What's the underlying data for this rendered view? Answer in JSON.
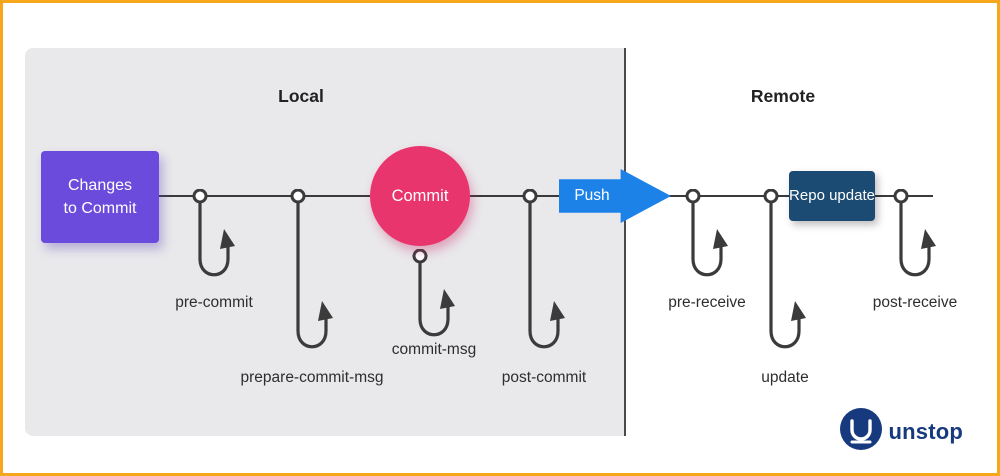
{
  "sections": {
    "local_title": "Local",
    "remote_title": "Remote"
  },
  "nodes": {
    "changes_label": "Changes to Commit",
    "commit_label": "Commit",
    "push_label": "Push",
    "repo_update_label": "Repo update"
  },
  "hooks": {
    "pre_commit": "pre-commit",
    "prepare_commit_msg": "prepare-commit-msg",
    "commit_msg": "commit-msg",
    "post_commit": "post-commit",
    "pre_receive": "pre-receive",
    "update": "update",
    "post_receive": "post-receive"
  },
  "icons": {
    "hook": "git-hook-icon",
    "logo_mark": "unstop-logo-icon"
  },
  "colors": {
    "border_orange": "#F7A71B",
    "panel_gray": "#E9E8EB",
    "changes_purple": "#6A4BDB",
    "commit_pink": "#E8356D",
    "push_blue": "#1C82E8",
    "repo_navy": "#1B4A73",
    "logo_navy": "#163A7D"
  },
  "branding": {
    "logo_text": "unstop"
  }
}
